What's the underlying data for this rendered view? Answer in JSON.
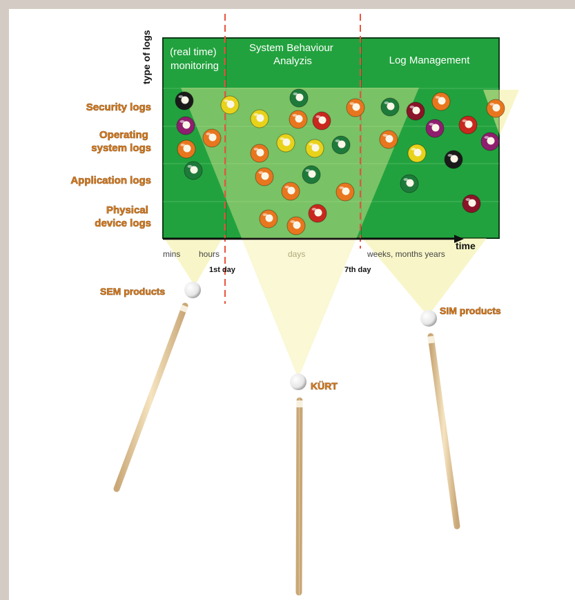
{
  "figure": {
    "y_axis_label": "type of logs",
    "x_axis_label": "time",
    "column_headers": [
      {
        "lines": [
          "(real time)",
          "monitoring"
        ]
      },
      {
        "lines": [
          "System Behaviour",
          "Analyzis"
        ]
      },
      {
        "lines": [
          "Log Management"
        ]
      }
    ],
    "row_labels": [
      {
        "lines": [
          "Security logs"
        ]
      },
      {
        "lines": [
          "Operating",
          "system logs"
        ]
      },
      {
        "lines": [
          "Application logs"
        ]
      },
      {
        "lines": [
          "Physical",
          "device logs"
        ]
      }
    ],
    "time_ticks": [
      {
        "text": "mins"
      },
      {
        "text": "hours"
      },
      {
        "text": "days"
      },
      {
        "text": "weeks, months years"
      }
    ],
    "day_markers": [
      {
        "text": "1st day"
      },
      {
        "text": "7th day"
      }
    ],
    "products": [
      {
        "label": "SEM products"
      },
      {
        "label": "KÜRT"
      },
      {
        "label": "SIM products"
      }
    ],
    "colors": {
      "border": "#d4ccc4",
      "table_green": "#22a23e",
      "cone_yellow": "#f2ee9a",
      "divider_red": "#e8533d",
      "label_orange": "#d37a1e",
      "cue_wood": "#e8cfa0"
    }
  }
}
